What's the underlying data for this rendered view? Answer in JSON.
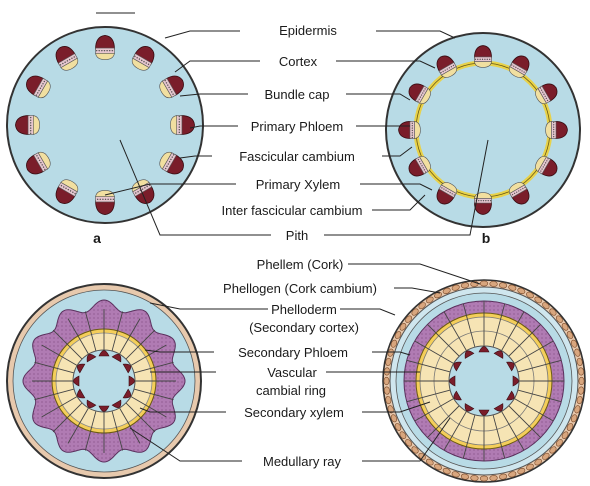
{
  "labels": {
    "epidermis": "Epidermis",
    "cortex": "Cortex",
    "bundle_cap": "Bundle cap",
    "primary_phloem": "Primary Phloem",
    "fascicular_cambium": "Fascicular cambium",
    "primary_xylem": "Primary Xylem",
    "inter_fascicular_cambium": "Inter fascicular cambium",
    "pith": "Pith",
    "phellem": "Phellem (Cork)",
    "phellogen": "Phellogen (Cork cambium)",
    "phelloderm": "Phelloderm",
    "secondary_cortex": "(Secondary cortex)",
    "secondary_phloem": "Secondary Phloem",
    "vascular": "Vascular",
    "cambial_ring": "cambial ring",
    "secondary_xylem": "Secondary xylem",
    "medullary_ray": "Medullary ray"
  },
  "panels": {
    "a": "a",
    "b": "b"
  },
  "colors": {
    "stem_fill": "#b8dbe6",
    "outline": "#222222",
    "bundle_red": "#7a1d2a",
    "phloem_pink": "#d9a3b3",
    "xylem_yellow": "#f3e3b0",
    "cambium_yellow": "#e8d24a",
    "secondary_phloem_purple": "#b07bb3",
    "secondary_xylem": "#f6e4b4",
    "cork": "#e9c9ad",
    "cortex_blue": "#cfe6ee"
  }
}
